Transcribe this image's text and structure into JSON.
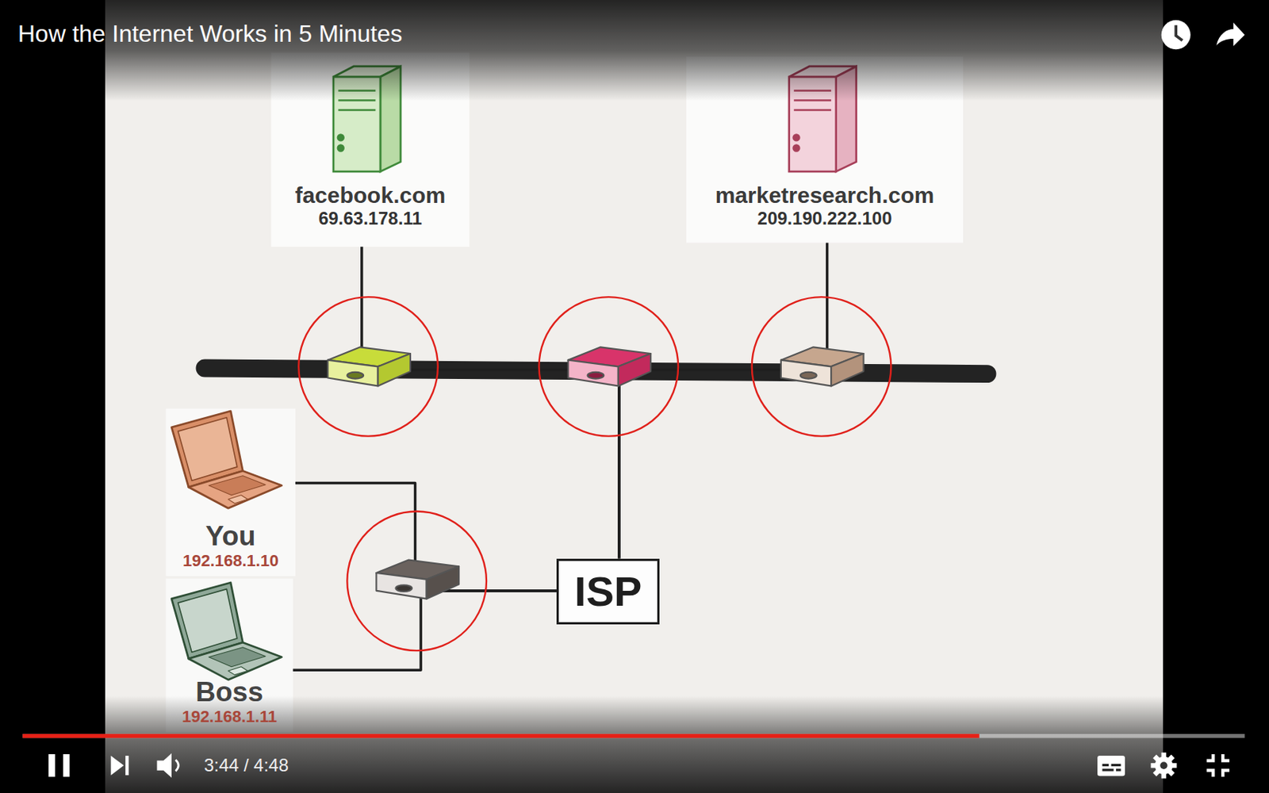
{
  "diagram": {
    "title": "How the Internet Works in 5 Minutes",
    "nodes": [
      {
        "text": [
          "facebook.com",
          "69.63.178.11"
        ]
      },
      {
        "text": [
          "marketresearch.com",
          "209.190.222.100"
        ]
      },
      {
        "text": [
          "You",
          "192.168.1.10"
        ]
      },
      {
        "text": [
          "ISP"
        ]
      },
      {
        "text": [
          "Boss",
          "192.168.1.11"
        ]
      }
    ],
    "edges": [
      {
        "from": 2,
        "to": 3,
        "arrow": "none"
      },
      {
        "from": 4,
        "to": 3,
        "arrow": "none"
      },
      {
        "from": 3,
        "to": 0,
        "arrow": "none"
      },
      {
        "from": 3,
        "to": 1,
        "arrow": "none"
      }
    ],
    "labels": [
      "3:44 / 4:48"
    ]
  }
}
